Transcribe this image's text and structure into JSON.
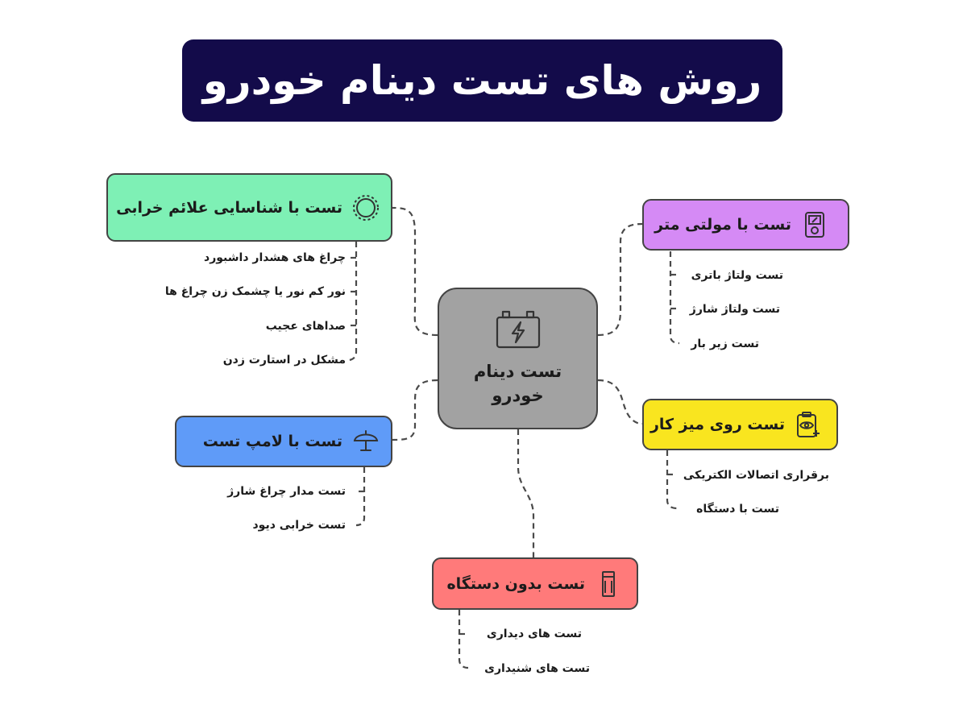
{
  "title": "روش های تست دینام خودرو",
  "center": {
    "line1": "تست دینام",
    "line2": "خودرو",
    "icon": "battery-icon",
    "color": "#a2a2a2"
  },
  "branches": {
    "symptoms": {
      "label": "تست با شناسایی علائم خرابی",
      "icon": "gear-ring-icon",
      "color": "#7ef0b5",
      "items": [
        "چراغ های هشدار داشبورد",
        "نور کم نور یا چشمک زن چراغ ها",
        "صداهای عجیب",
        "مشکل در استارت زدن"
      ]
    },
    "lamp": {
      "label": "تست با لامپ تست",
      "icon": "lamp-icon",
      "color": "#5f9bf8",
      "items": [
        "تست مدار چراغ شارژ",
        "تست خرابی دیود"
      ]
    },
    "multimeter": {
      "label": "تست با مولتی متر",
      "icon": "multimeter-icon",
      "color": "#d58af5",
      "items": [
        "تست ولتاژ باتری",
        "تست ولتاژ شارژ",
        "تست زیر بار"
      ]
    },
    "bench": {
      "label": "تست روی میز کار",
      "icon": "clipboard-eye-icon",
      "color": "#f9e51f",
      "items": [
        "برقراری اتصالات الکتریکی",
        "تست با دستگاه"
      ]
    },
    "nodevice": {
      "label": "تست بدون دستگاه",
      "icon": "tower-icon",
      "color": "#ff7a7a",
      "items": [
        "تست های دیداری",
        "تست های شنیداری"
      ]
    }
  }
}
